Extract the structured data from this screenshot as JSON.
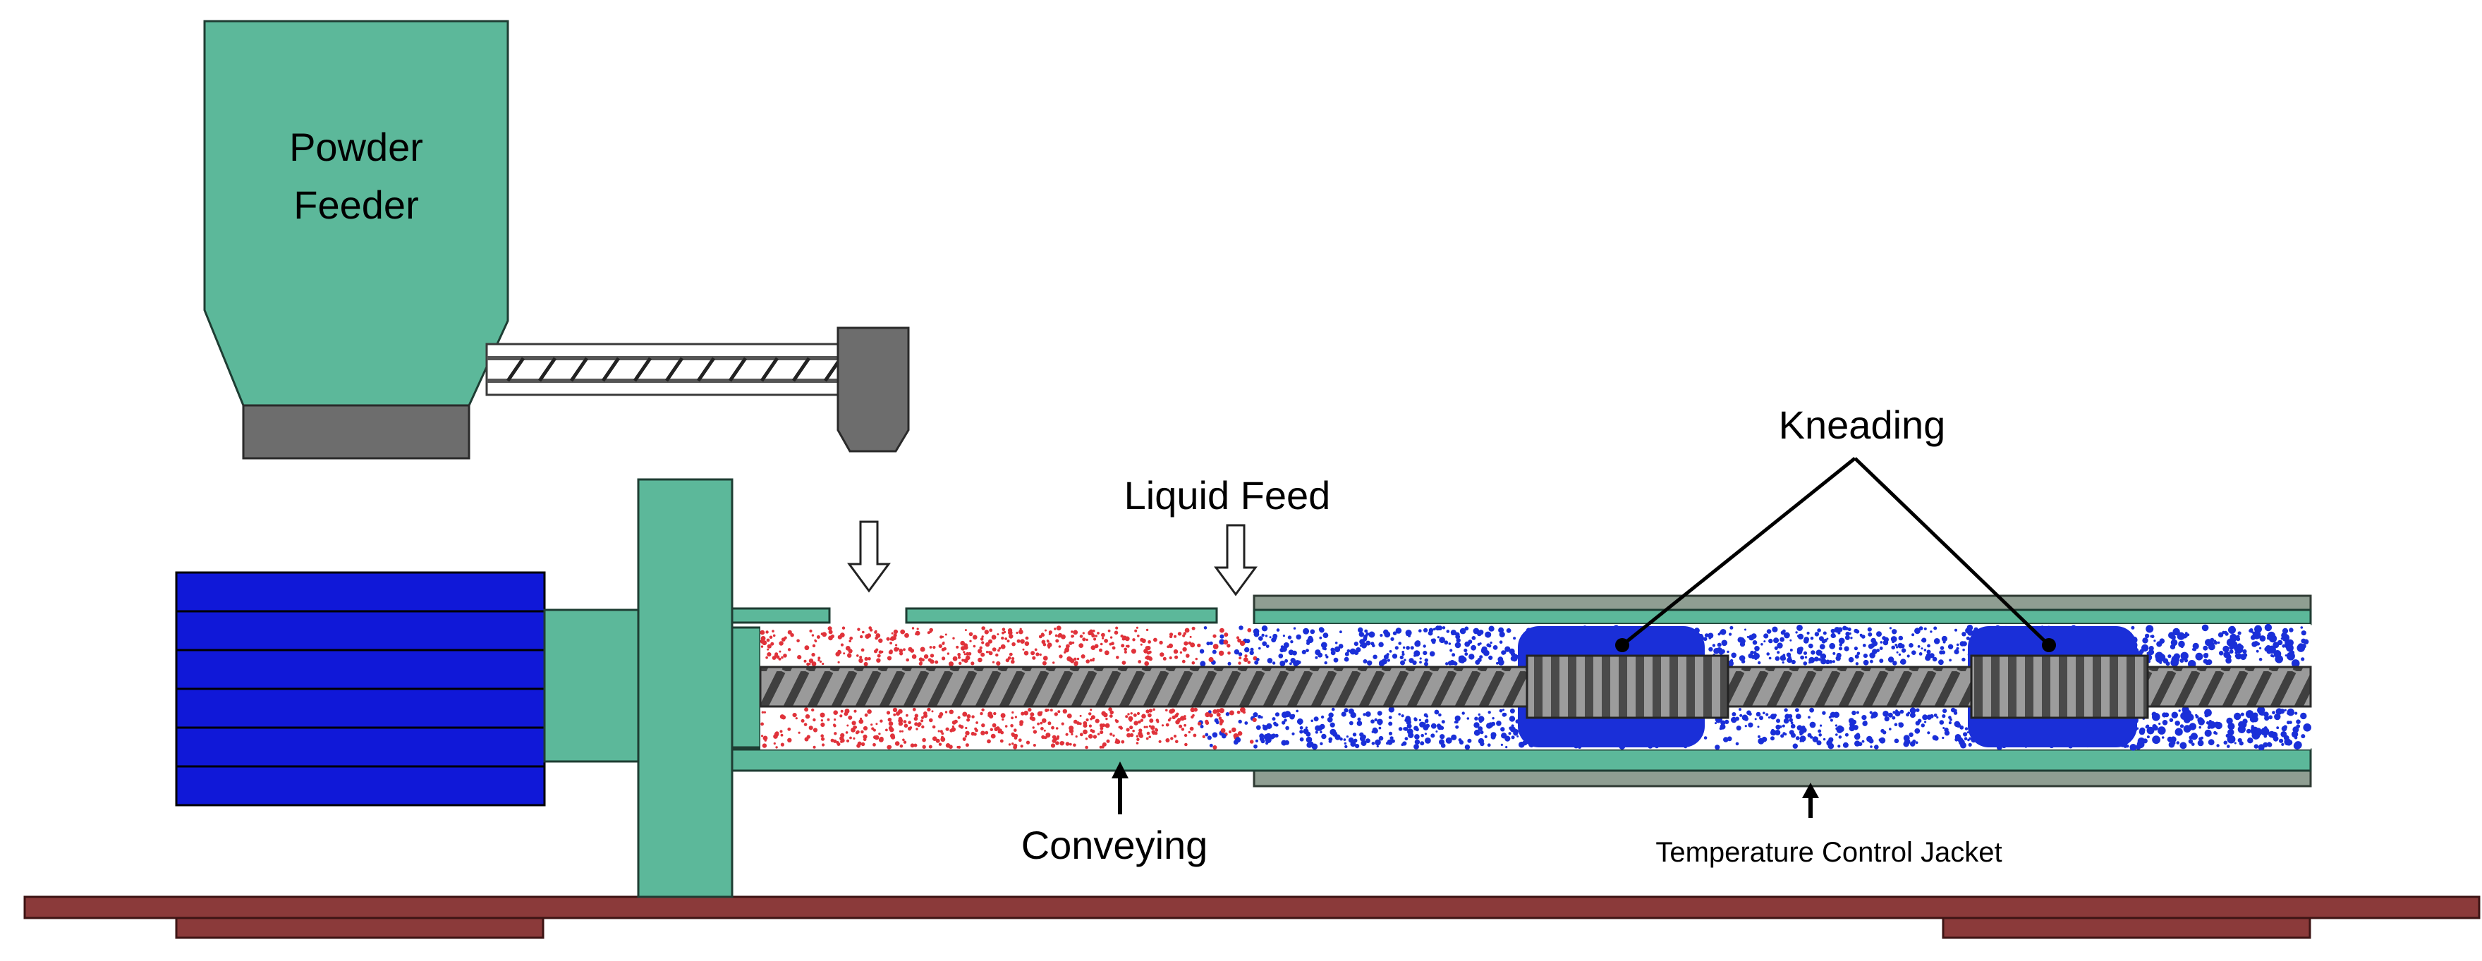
{
  "labels": {
    "feeder_line1": "Powder",
    "feeder_line2": "Feeder",
    "liquid_feed": "Liquid Feed",
    "kneading": "Kneading",
    "conveying": "Conveying",
    "temperature_jacket": "Temperature Control Jacket"
  },
  "colors": {
    "teal": "#5cb89a",
    "teal_dark": "#2f6b55",
    "motor_blue": "#1018d8",
    "gray": "#7a7a7a",
    "jacket_gray": "#8f9e92",
    "red_particles": "#e0323a",
    "blue_particles": "#1a2fd8",
    "floor": "#8b3a3a"
  },
  "icons": {
    "powder_inlet": "hollow-down-arrow-icon",
    "liquid_inlet": "hollow-down-arrow-icon",
    "pointer": "up-arrow-icon"
  }
}
